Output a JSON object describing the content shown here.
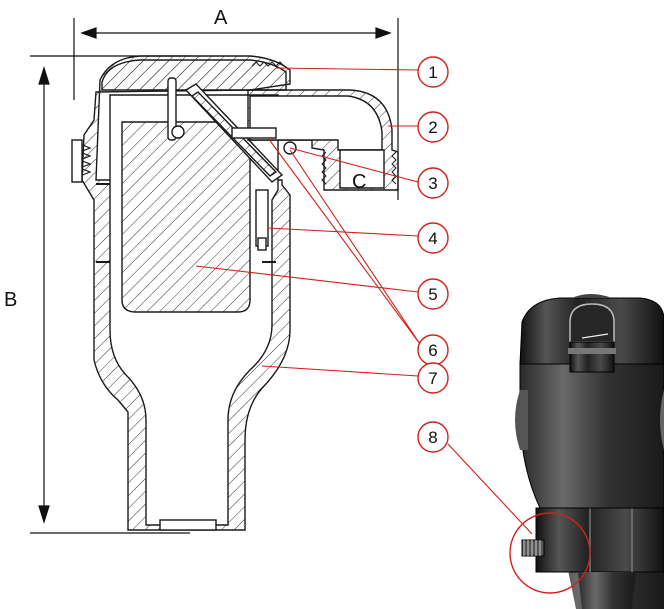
{
  "dimensions": {
    "a": "A",
    "b": "B",
    "c": "C"
  },
  "callouts": [
    {
      "label": "1"
    },
    {
      "label": "2"
    },
    {
      "label": "3"
    },
    {
      "label": "4"
    },
    {
      "label": "5"
    },
    {
      "label": "6"
    },
    {
      "label": "7"
    },
    {
      "label": "8"
    }
  ],
  "colors": {
    "outline": "#1a1a1a",
    "leader": "#d0211b",
    "callout_circle": "#d0211b",
    "hatch": "#333333",
    "body_dark": "#1e1e1e",
    "body_mid": "#4a4a4a",
    "body_light": "#8a8a8a"
  }
}
